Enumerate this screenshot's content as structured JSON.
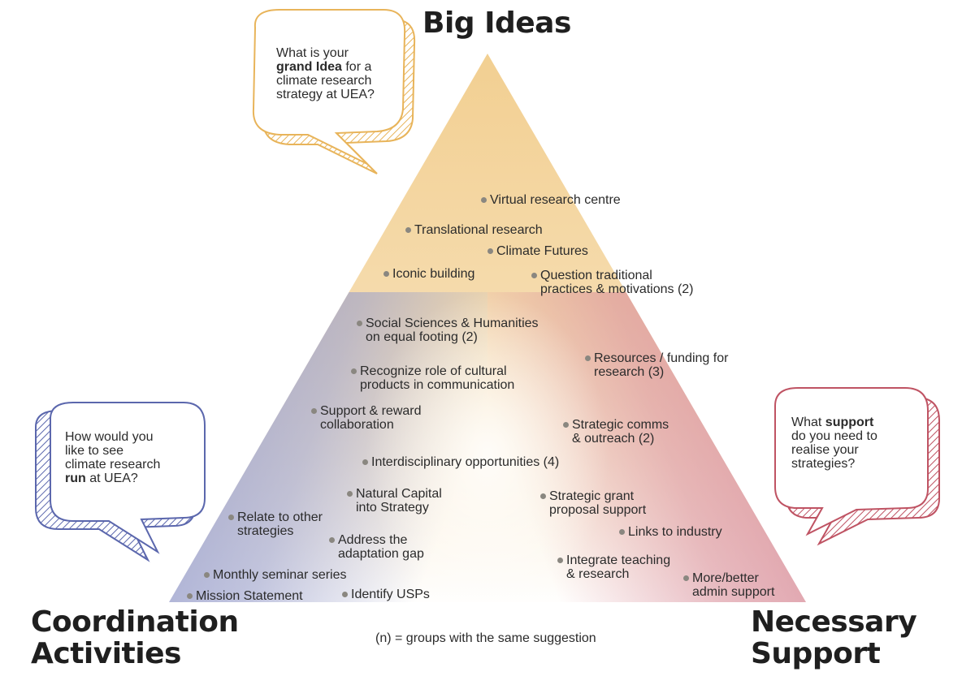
{
  "headings": {
    "top": "Big Ideas",
    "left": [
      "Coordination",
      "Activities"
    ],
    "right": [
      "Necessary",
      "Support"
    ]
  },
  "bubbles": {
    "top": {
      "lines": [
        [
          {
            "t": "What is your",
            "b": false
          }
        ],
        [
          {
            "t": "grand Idea",
            "b": true
          },
          {
            "t": " for a",
            "b": false
          }
        ],
        [
          {
            "t": "climate research",
            "b": false
          }
        ],
        [
          {
            "t": "strategy at UEA?",
            "b": false
          }
        ]
      ]
    },
    "left": {
      "lines": [
        [
          {
            "t": "How would you",
            "b": false
          }
        ],
        [
          {
            "t": "like to see",
            "b": false
          }
        ],
        [
          {
            "t": "climate research",
            "b": false
          }
        ],
        [
          {
            "t": "run",
            "b": true
          },
          {
            "t": " at UEA?",
            "b": false
          }
        ]
      ]
    },
    "right": {
      "lines": [
        [
          {
            "t": "What ",
            "b": false
          },
          {
            "t": "support",
            "b": true
          }
        ],
        [
          {
            "t": "do you need to",
            "b": false
          }
        ],
        [
          {
            "t": "realise your",
            "b": false
          }
        ],
        [
          {
            "t": "strategies?",
            "b": false
          }
        ]
      ]
    }
  },
  "colors": {
    "big_ideas": "#f2cf91",
    "coordination": "#9aa0cc",
    "support": "#d98f9b",
    "bubble_top": "#e8b45a",
    "bubble_left": "#5b67ad",
    "bubble_right": "#bf5363",
    "dot": "#8a8780"
  },
  "items": [
    {
      "id": "virtual-research-centre",
      "lines": [
        "Virtual research centre"
      ]
    },
    {
      "id": "translational-research",
      "lines": [
        "Translational research"
      ]
    },
    {
      "id": "climate-futures",
      "lines": [
        "Climate Futures"
      ]
    },
    {
      "id": "iconic-building",
      "lines": [
        "Iconic building"
      ]
    },
    {
      "id": "question-traditional-practices",
      "lines": [
        "Question traditional",
        "practices & motivations (2)"
      ]
    },
    {
      "id": "social-sciences-humanities",
      "lines": [
        "Social Sciences & Humanities",
        "on equal footing (2)"
      ]
    },
    {
      "id": "resources-funding",
      "lines": [
        "Resources / funding for",
        "research (3)"
      ]
    },
    {
      "id": "cultural-products",
      "lines": [
        "Recognize role of cultural",
        "products in communication"
      ]
    },
    {
      "id": "support-reward-collaboration",
      "lines": [
        "Support & reward",
        "collaboration"
      ]
    },
    {
      "id": "strategic-comms",
      "lines": [
        "Strategic comms",
        "& outreach (2)"
      ]
    },
    {
      "id": "interdisciplinary-opportunities",
      "lines": [
        "Interdisciplinary opportunities (4)"
      ]
    },
    {
      "id": "natural-capital",
      "lines": [
        "Natural Capital",
        "into Strategy"
      ]
    },
    {
      "id": "strategic-grant",
      "lines": [
        "Strategic grant",
        "proposal support"
      ]
    },
    {
      "id": "relate-other-strategies",
      "lines": [
        "Relate to other",
        "strategies"
      ]
    },
    {
      "id": "address-adaptation-gap",
      "lines": [
        "Address the",
        "adaptation gap"
      ]
    },
    {
      "id": "links-to-industry",
      "lines": [
        "Links to industry"
      ]
    },
    {
      "id": "integrate-teaching",
      "lines": [
        "Integrate teaching",
        "& research"
      ]
    },
    {
      "id": "monthly-seminar",
      "lines": [
        "Monthly seminar series"
      ]
    },
    {
      "id": "more-better-admin",
      "lines": [
        "More/better",
        "admin support"
      ]
    },
    {
      "id": "mission-statement",
      "lines": [
        "Mission Statement"
      ]
    },
    {
      "id": "identify-usps",
      "lines": [
        "Identify USPs"
      ]
    }
  ],
  "footnote": "(n) = groups with the same suggestion"
}
